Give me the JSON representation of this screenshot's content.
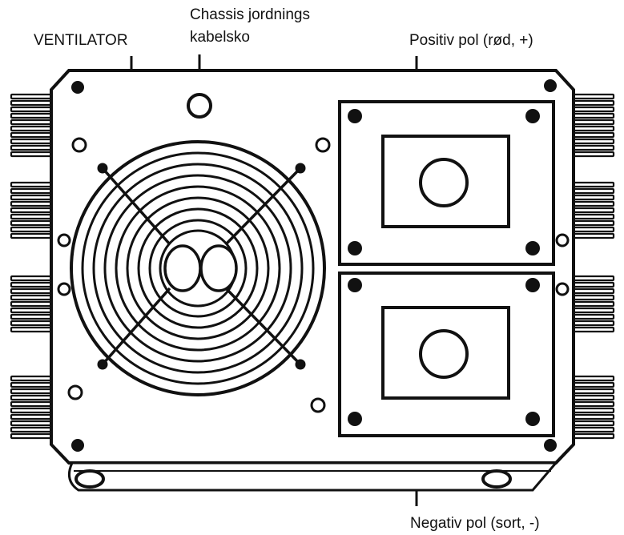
{
  "labels": {
    "fan": "VENTILATOR",
    "chassis_line1": "Chassis jordnings",
    "chassis_line2": "kabelsko",
    "positive": "Positiv pol (rød, +)",
    "negative": "Negativ pol (sort, -)"
  },
  "colors": {
    "ink": "#111111",
    "background": "#ffffff"
  }
}
